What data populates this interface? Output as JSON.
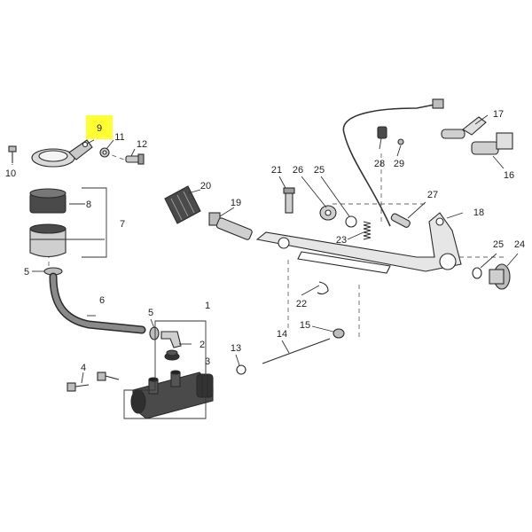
{
  "highlight_color": "#ffff33",
  "callouts": {
    "c1": "1",
    "c2": "2",
    "c3": "3",
    "c4": "4",
    "c5a": "5",
    "c5b": "5",
    "c6": "6",
    "c7": "7",
    "c8": "8",
    "c9": "9",
    "c10": "10",
    "c11": "11",
    "c12": "12",
    "c13": "13",
    "c14": "14",
    "c15": "15",
    "c16": "16",
    "c17": "17",
    "c18": "18",
    "c19": "19",
    "c20": "20",
    "c21": "21",
    "c22": "22",
    "c23": "23",
    "c24": "24",
    "c25a": "25",
    "c25b": "25",
    "c26": "26",
    "c27": "27",
    "c28": "28",
    "c29": "29"
  }
}
